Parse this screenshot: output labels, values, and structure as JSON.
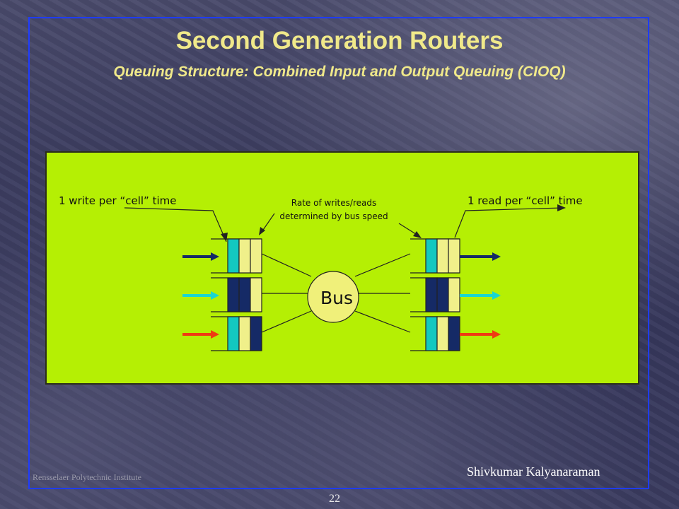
{
  "slide": {
    "title": "Second Generation Routers",
    "subtitle": "Queuing Structure: Combined Input and Output Queuing (CIOQ)"
  },
  "diagram": {
    "input_label": "1 write per “cell” time",
    "output_label": "1 read per “cell” time",
    "bus_note_line1": "Rate of writes/reads",
    "bus_note_line2": "determined by bus speed",
    "bus_label": "Bus"
  },
  "footer": {
    "institution": "Rensselaer Polytechnic Institute",
    "author": "Shivkumar Kalyanaraman",
    "page_number": "22"
  },
  "colors": {
    "panel": "#b5ef04",
    "title": "#f0e98a",
    "frame": "#1f3cff",
    "cell_cyan": "#13c8c0",
    "cell_yellow": "#f0f08a",
    "cell_navy": "#152a66",
    "arrow_navy": "#152a66",
    "arrow_cyan": "#19d6d0",
    "arrow_red": "#ef3a12",
    "bus_fill": "#f0f07a"
  }
}
